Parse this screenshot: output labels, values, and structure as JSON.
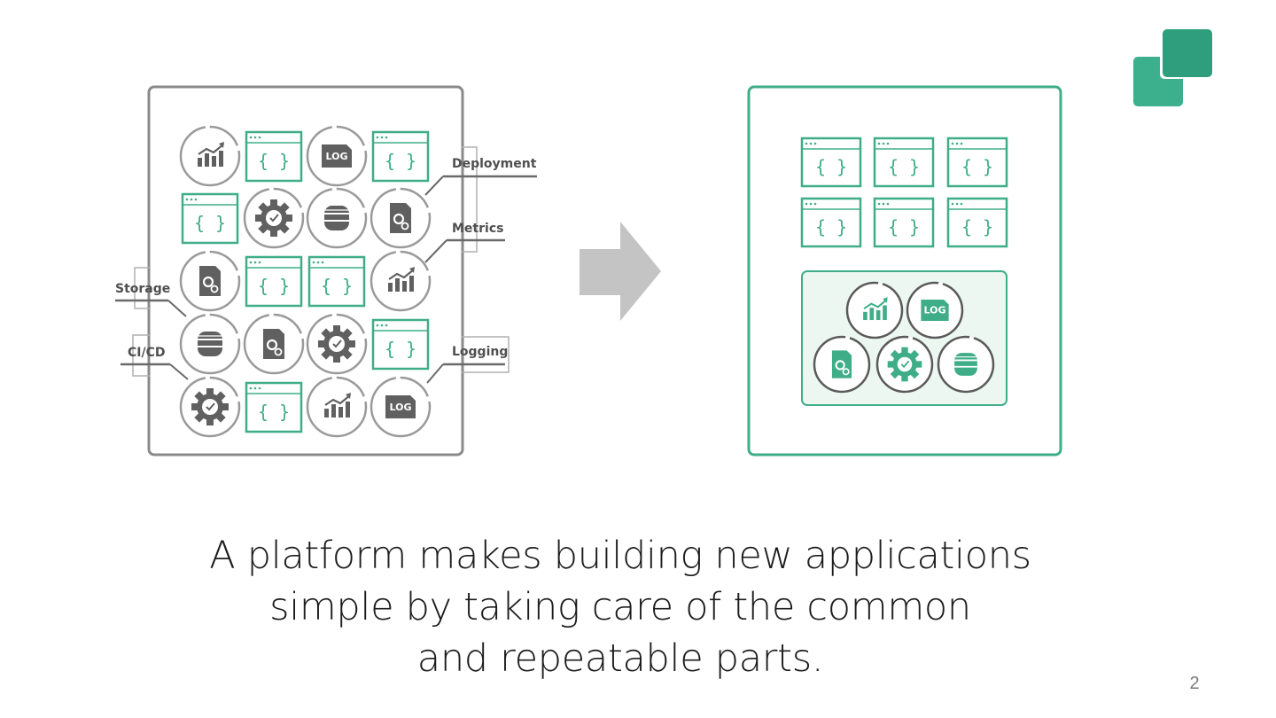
{
  "slide": {
    "caption_lines": [
      "A platform makes building new applications",
      "simple by taking care of the common",
      "and repeatable parts."
    ],
    "page_number": "2"
  },
  "diagram": {
    "before_labels": {
      "deployment": "Deployment",
      "metrics": "Metrics",
      "storage": "Storage",
      "cicd": "CI/CD",
      "logging": "Logging"
    },
    "log_badge": "LOG",
    "brace_glyph": "{ }",
    "before_tiles": [
      [
        "chart-icon",
        "app-window",
        "log-icon",
        "app-window"
      ],
      [
        "app-window",
        "gear-icon",
        "database-icon",
        "config-doc-icon"
      ],
      [
        "config-doc-icon",
        "app-window",
        "app-window",
        "chart-icon"
      ],
      [
        "database-icon",
        "config-doc-icon",
        "gear-icon",
        "app-window"
      ],
      [
        "gear-icon",
        "app-window",
        "chart-icon",
        "log-icon"
      ]
    ],
    "after_apps_count": 6,
    "after_services": [
      "chart-icon",
      "log-icon",
      "config-doc-icon",
      "gear-icon",
      "database-icon"
    ],
    "colors": {
      "gray": "#8a8a8a",
      "dark_gray": "#606060",
      "green": "#3fae88",
      "brand_dark": "#2f9e7c",
      "brand_light": "#3cb08c",
      "arrow": "#c4c4c4"
    }
  }
}
